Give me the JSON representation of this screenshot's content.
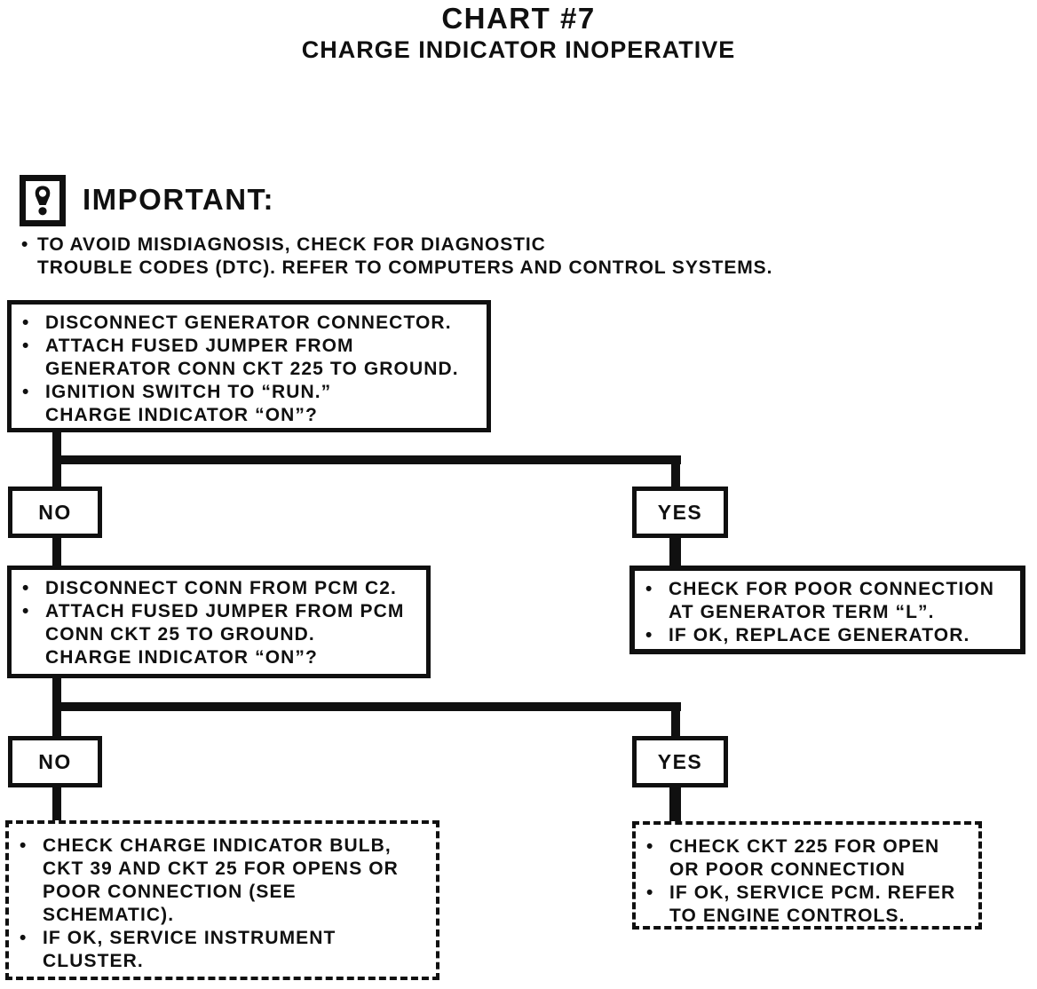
{
  "title": {
    "line1": "CHART #7",
    "line2": "CHARGE INDICATOR INOPERATIVE"
  },
  "glyphs": {
    "bullet": "•"
  },
  "important": {
    "label": "IMPORTANT:",
    "note": "TO AVOID MISDIAGNOSIS, CHECK FOR DIAGNOSTIC\nTROUBLE CODES (DTC). REFER TO COMPUTERS AND CONTROL SYSTEMS."
  },
  "flow": {
    "step1": {
      "bullets": [
        "DISCONNECT GENERATOR CONNECTOR.",
        "ATTACH FUSED JUMPER FROM\nGENERATOR CONN CKT 225 TO GROUND.",
        "IGNITION SWITCH TO “RUN.”\nCHARGE INDICATOR “ON”?"
      ]
    },
    "branch1": {
      "no": "NO",
      "yes": "YES"
    },
    "yes1_result": {
      "bullets": [
        "CHECK FOR POOR CONNECTION\nAT GENERATOR TERM “L”.",
        "IF OK, REPLACE GENERATOR."
      ]
    },
    "step2": {
      "bullets": [
        "DISCONNECT CONN FROM PCM C2.",
        "ATTACH FUSED JUMPER FROM PCM\nCONN CKT 25 TO GROUND.\nCHARGE INDICATOR “ON”?"
      ]
    },
    "branch2": {
      "no": "NO",
      "yes": "YES"
    },
    "no2_result": {
      "bullets": [
        "CHECK CHARGE INDICATOR BULB,\nCKT 39 AND CKT 25 FOR OPENS OR\nPOOR CONNECTION (SEE\nSCHEMATIC).",
        "IF OK, SERVICE INSTRUMENT\nCLUSTER."
      ]
    },
    "yes2_result": {
      "bullets": [
        "CHECK CKT 225 FOR OPEN\nOR POOR CONNECTION",
        "IF OK, SERVICE PCM. REFER\nTO ENGINE CONTROLS."
      ]
    }
  },
  "colors": {
    "ink": "#101010",
    "paper": "#ffffff"
  }
}
